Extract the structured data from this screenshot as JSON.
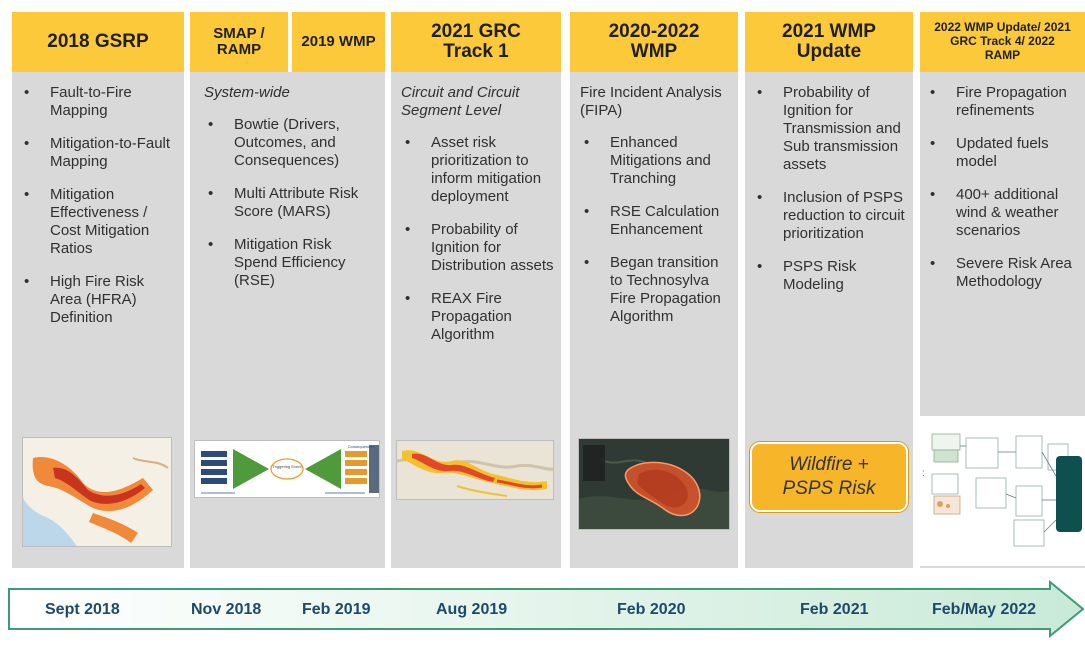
{
  "columns": [
    {
      "header": "2018 GSRP",
      "intro": "",
      "bullets": [
        "Fault-to-Fire Mapping",
        "Mitigation-to-Fault Mapping",
        "Mitigation Effectiveness / Cost Mitigation Ratios",
        "High Fire Risk Area (HFRA) Definition"
      ]
    },
    {
      "header_left": "SMAP / RAMP",
      "header_right": "2019 WMP",
      "intro": "System-wide",
      "bullets": [
        "Bowtie (Drivers, Outcomes, and Consequences)",
        "Multi Attribute Risk Score (MARS)",
        "Mitigation Risk Spend Efficiency (RSE)"
      ],
      "bowtie": {
        "center_label": "Triggering Event",
        "right_title": "Consequences"
      }
    },
    {
      "header": "2021 GRC Track 1",
      "intro": "Circuit and Circuit Segment Level",
      "bullets": [
        "Asset risk prioritization to inform mitigation deployment",
        "Probability of Ignition for Distribution assets",
        "REAX Fire Propagation Algorithm"
      ]
    },
    {
      "header": "2020-2022 WMP",
      "intro": "Fire Incident Analysis (FIPA)",
      "bullets": [
        "Enhanced Mitigations and Tranching",
        "RSE Calculation Enhancement",
        "Began transition to Technosylva Fire Propagation Algorithm"
      ]
    },
    {
      "header": "2021 WMP Update",
      "intro": "",
      "bullets": [
        "Probability of Ignition for Transmission and Sub transmission assets",
        "Inclusion of PSPS reduction to circuit prioritization",
        "PSPS Risk Modeling"
      ],
      "callout_line1": "Wildfire +",
      "callout_line2": "PSPS Risk"
    },
    {
      "header": "2022 WMP Update/ 2021 GRC Track 4/ 2022 RAMP",
      "intro": "",
      "bullets": [
        "Fire Propagation refinements",
        "Updated fuels model",
        "400+ additional wind & weather scenarios",
        "Severe Risk Area Methodology"
      ]
    }
  ],
  "timeline": {
    "labels": [
      "Sept 2018",
      "Nov 2018",
      "Feb 2019",
      "Aug 2019",
      "Feb 2020",
      "Feb 2021",
      "Feb/May 2022"
    ],
    "colors": {
      "fill_start": "#ffffff",
      "fill_end": "#c9ead8",
      "stroke": "#3f9a78",
      "text": "#1d4a6b"
    }
  },
  "colors": {
    "header": "#fbc93a",
    "column": "#d9d9d9",
    "callout": "#f7b62a"
  }
}
